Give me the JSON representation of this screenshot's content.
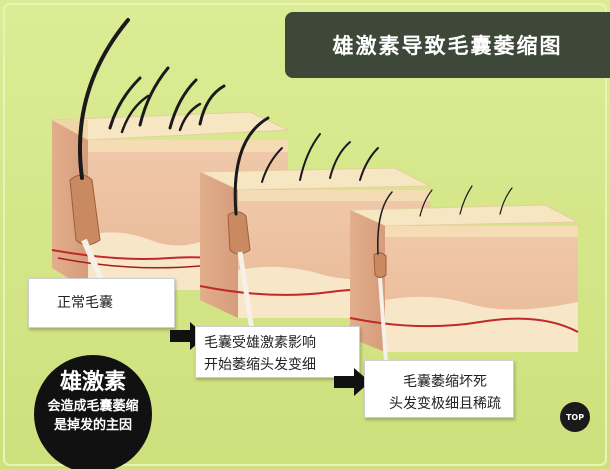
{
  "title": "雄激素导致毛囊萎缩图",
  "stages": [
    {
      "lines": [
        "正常毛囊"
      ]
    },
    {
      "lines": [
        "毛囊受雄激素影响",
        "开始萎缩头发变细"
      ]
    },
    {
      "lines": [
        "毛囊萎缩坏死",
        "头发变极细且稀疏"
      ]
    }
  ],
  "cause": {
    "title": "雄激素",
    "lines": [
      "会造成毛囊萎缩",
      "是掉发的主因"
    ]
  },
  "top_button": "TOP",
  "colors": {
    "background": "#d6e88a",
    "banner": "#3e4838",
    "skin_top": "#f3dfb8",
    "dermis": "#ecc2a2",
    "blood_vessel": "#c0282a",
    "arrow": "#111111"
  }
}
